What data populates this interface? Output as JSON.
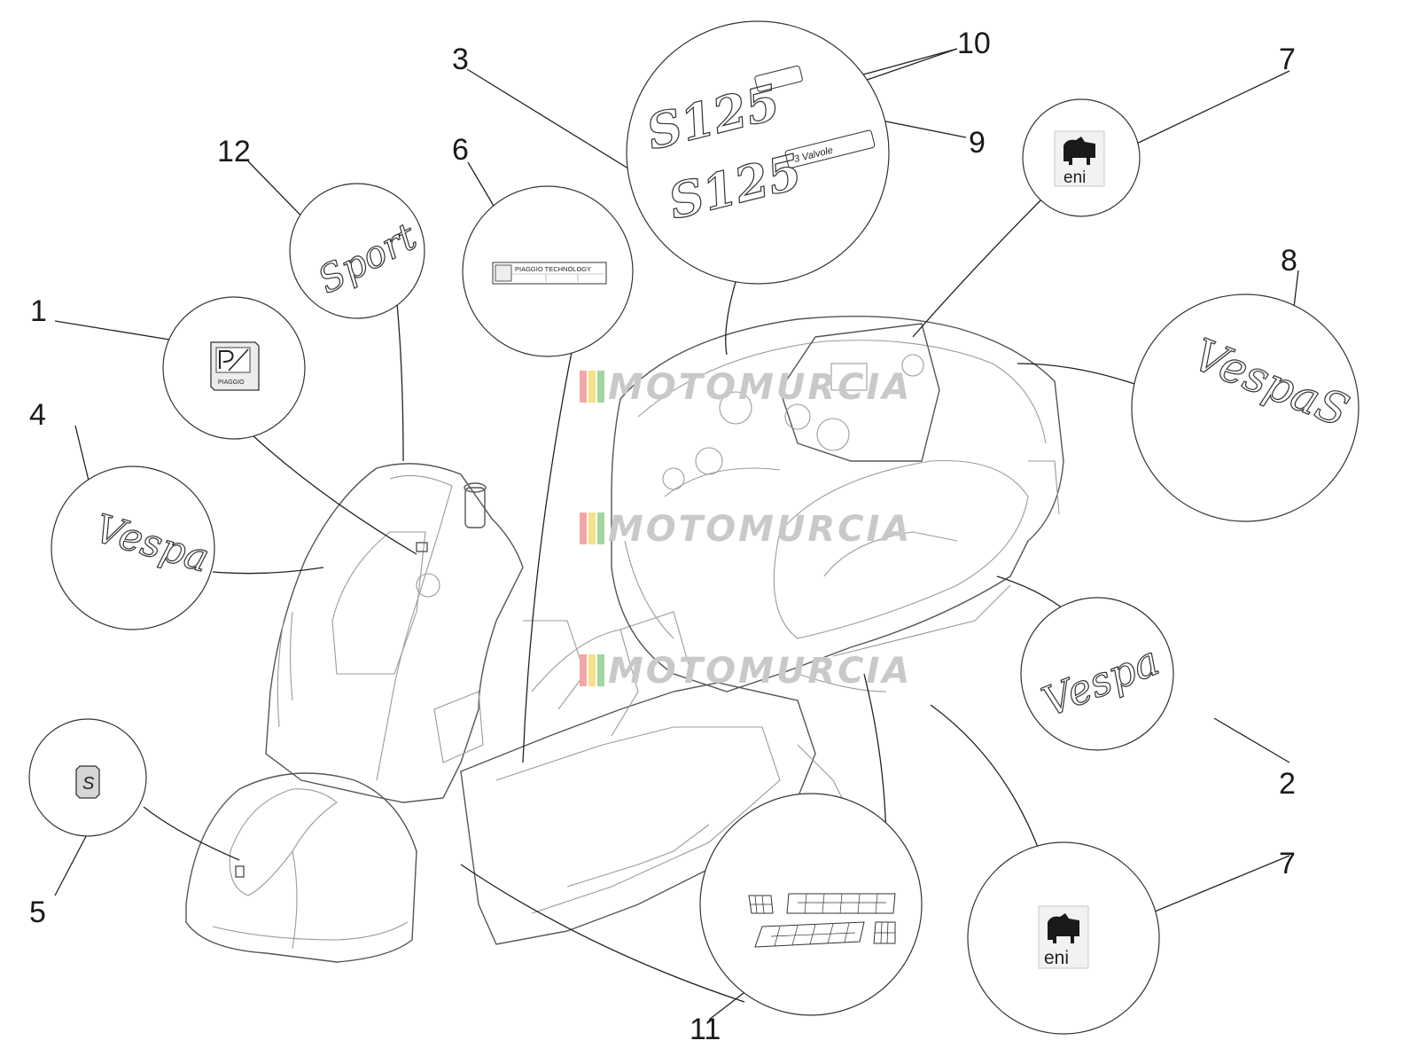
{
  "callouts": [
    {
      "id": "1",
      "label": "1"
    },
    {
      "id": "2",
      "label": "2"
    },
    {
      "id": "3",
      "label": "3"
    },
    {
      "id": "4",
      "label": "4"
    },
    {
      "id": "5",
      "label": "5"
    },
    {
      "id": "6",
      "label": "6"
    },
    {
      "id": "7a",
      "label": "7"
    },
    {
      "id": "7b",
      "label": "7"
    },
    {
      "id": "8",
      "label": "8"
    },
    {
      "id": "9",
      "label": "9"
    },
    {
      "id": "10",
      "label": "10"
    },
    {
      "id": "11",
      "label": "11"
    },
    {
      "id": "12",
      "label": "12"
    }
  ],
  "badges": {
    "sport": "Sport",
    "piaggio_technology": "PIAGGIO TECHNOLOGY",
    "piaggio_small": "PIAGGIO",
    "s125_a": "S125",
    "s125_b": "S125",
    "three_valves": "3 Valvole",
    "vespa": "Vespa",
    "vespa_s": "VespaS",
    "eni": "eni",
    "s_badge": "S"
  },
  "watermark": {
    "text": "MOTOMURCIA",
    "colors": [
      "#f4a6a6",
      "#f7e08a",
      "#9fd79f"
    ]
  }
}
